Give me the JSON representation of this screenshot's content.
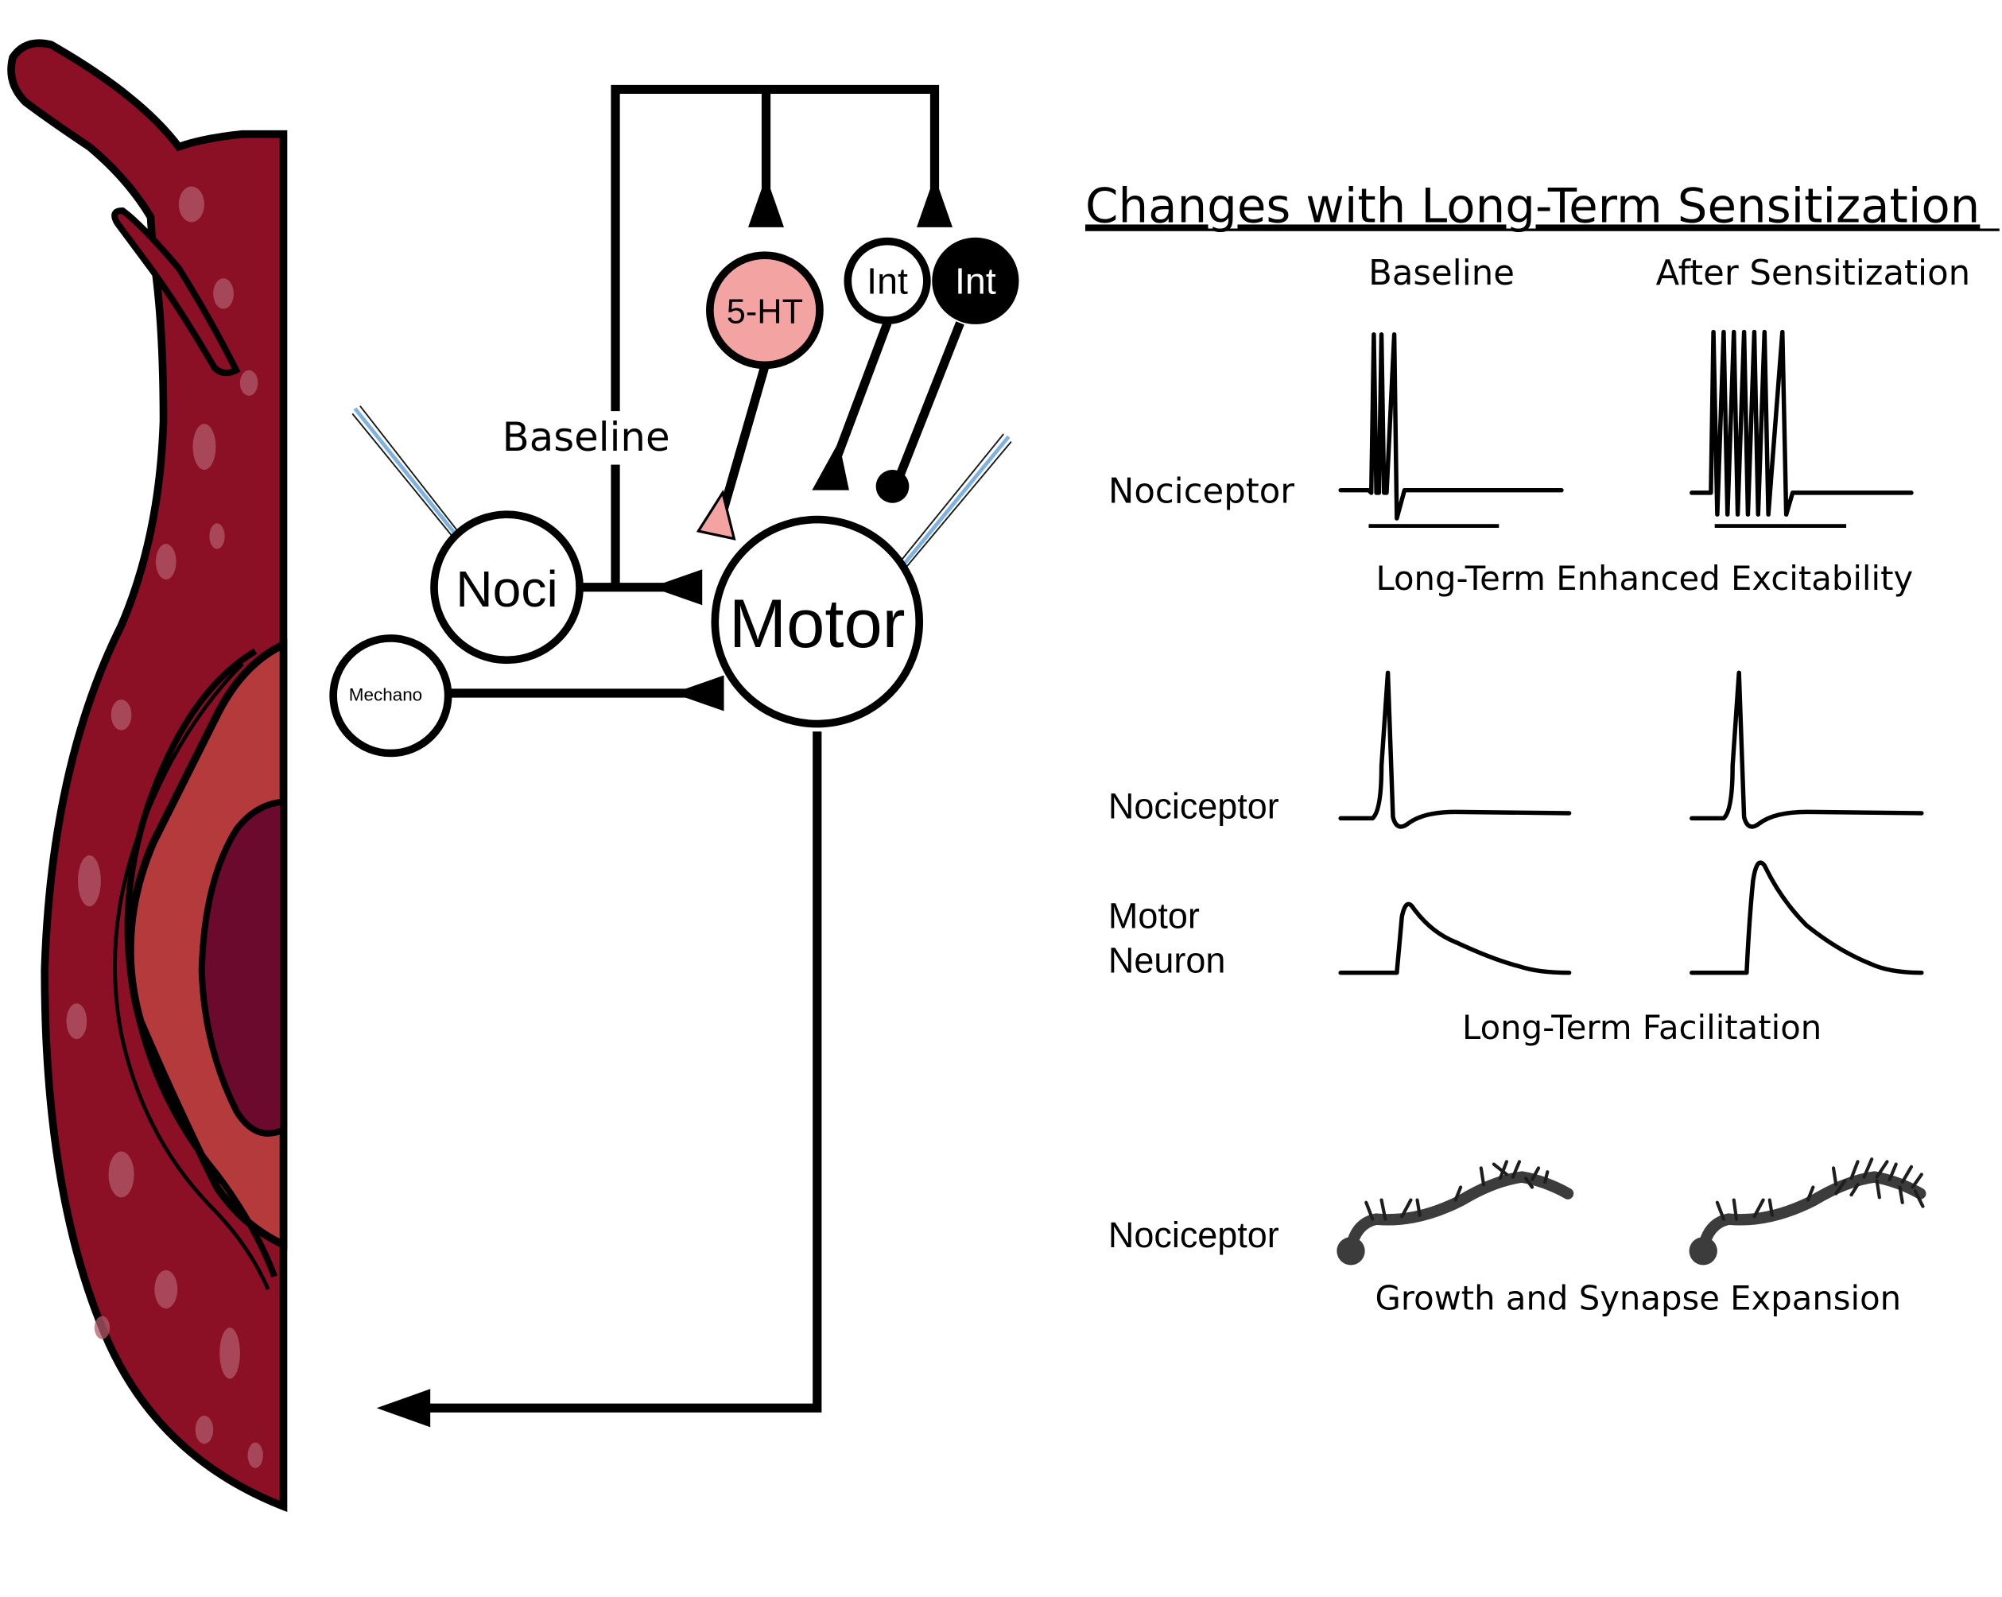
{
  "circuit": {
    "neurons": {
      "noci": "Noci",
      "mechano": "Mechano",
      "motor": "Motor",
      "serotonin": "5-HT",
      "int_excitatory": "Int",
      "int_inhibitory": "Int"
    },
    "baseline_label": "Baseline",
    "colors": {
      "body_tissue": "#8b1026",
      "body_mantle": "#b53a3b",
      "body_organ": "#6b0a2c",
      "serotonin_fill": "#f4a3a3",
      "inhibitory_fill": "#000000",
      "electrode": "#7fb2e0"
    },
    "icons": [
      "electrode-icon",
      "synapse-triangle-icon",
      "synapse-dot-icon"
    ]
  },
  "panel": {
    "title": "Changes with Long-Term Sensitization",
    "col_baseline": "Baseline",
    "col_after": "After Sensitization",
    "rows": {
      "excitability_cell": "Nociceptor",
      "excitability_caption": "Long-Term Enhanced Excitability",
      "facilitation_cell_1": "Nociceptor",
      "facilitation_cell_2_line1": "Motor",
      "facilitation_cell_2_line2": "Neuron",
      "facilitation_caption": "Long-Term Facilitation",
      "growth_cell": "Nociceptor",
      "growth_caption": "Growth and Synapse Expansion"
    }
  }
}
